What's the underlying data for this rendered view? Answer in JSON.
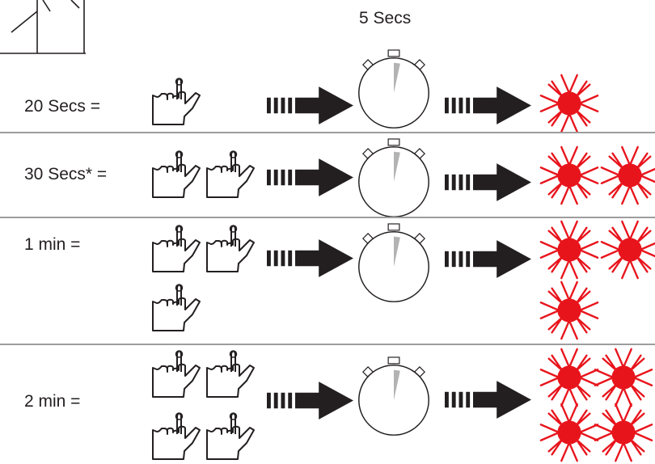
{
  "header": {
    "interval_label": "5 Secs"
  },
  "rows": [
    {
      "label": "20 Secs =",
      "hand_count": 1,
      "flash_count": 1
    },
    {
      "label": "30 Secs* =",
      "hand_count": 2,
      "flash_count": 2
    },
    {
      "label": "1 min =",
      "hand_count": 3,
      "flash_count": 3
    },
    {
      "label": "2 min =",
      "hand_count": 4,
      "flash_count": 4
    }
  ],
  "colors": {
    "flash": "#e8141c",
    "divider": "#9d9d9d",
    "ink": "#231f20",
    "stopwatch_hand": "#b3b3b3"
  },
  "icons": [
    "press-hand-icon",
    "arrow-icon",
    "stopwatch-icon",
    "red-flash-icon"
  ]
}
